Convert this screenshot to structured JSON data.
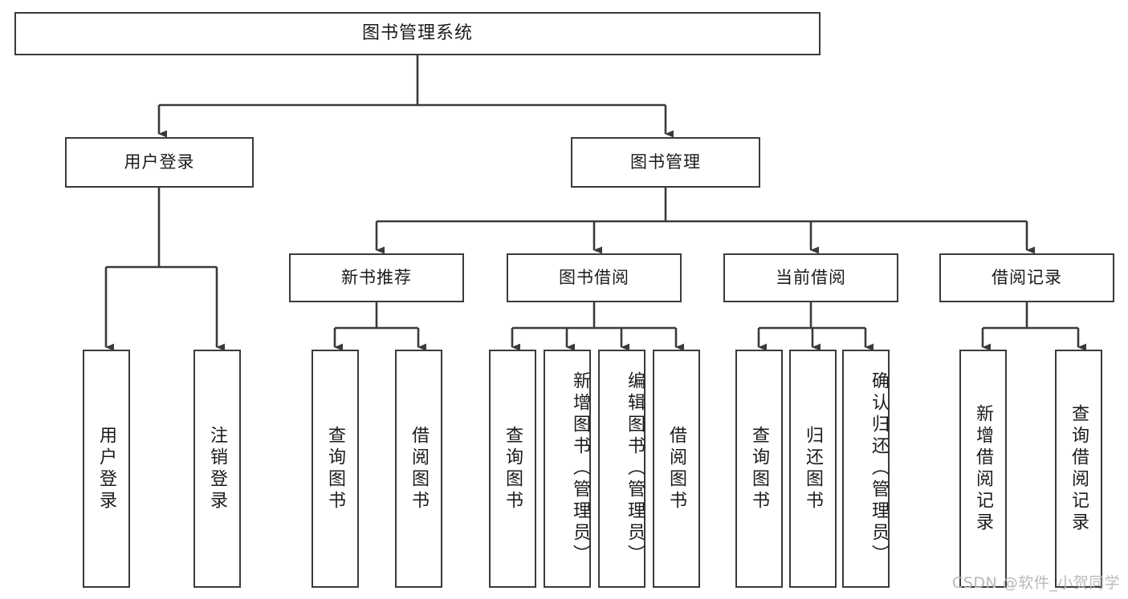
{
  "diagram": {
    "title": "图书管理系统",
    "type": "tree-hierarchy-diagram",
    "colors": {
      "stroke": "#3a3a3a",
      "fill": "#ffffff",
      "text": "#1b1b1b",
      "watermark": "#b9b9b9"
    },
    "root": {
      "label": "图书管理系统"
    },
    "level2": [
      {
        "label": "用户登录"
      },
      {
        "label": "图书管理"
      }
    ],
    "level3": [
      {
        "label": "新书推荐"
      },
      {
        "label": "图书借阅"
      },
      {
        "label": "当前借阅"
      },
      {
        "label": "借阅记录"
      }
    ],
    "leaves": {
      "user_login": [
        {
          "label": "用户登录"
        },
        {
          "label": "注销登录"
        }
      ],
      "new_book_recommend": [
        {
          "label": "查询图书"
        },
        {
          "label": "借阅图书"
        }
      ],
      "book_borrow": [
        {
          "label": "查询图书"
        },
        {
          "label": "新增图书（管理员）"
        },
        {
          "label": "编辑图书（管理员）"
        },
        {
          "label": "借阅图书"
        }
      ],
      "current_borrow": [
        {
          "label": "查询图书"
        },
        {
          "label": "归还图书"
        },
        {
          "label": "确认归还（管理员）"
        }
      ],
      "borrow_record": [
        {
          "label": "新增借阅记录"
        },
        {
          "label": "查询借阅记录"
        }
      ]
    }
  },
  "watermark": {
    "text": "CSDN @软件_小贺同学"
  }
}
